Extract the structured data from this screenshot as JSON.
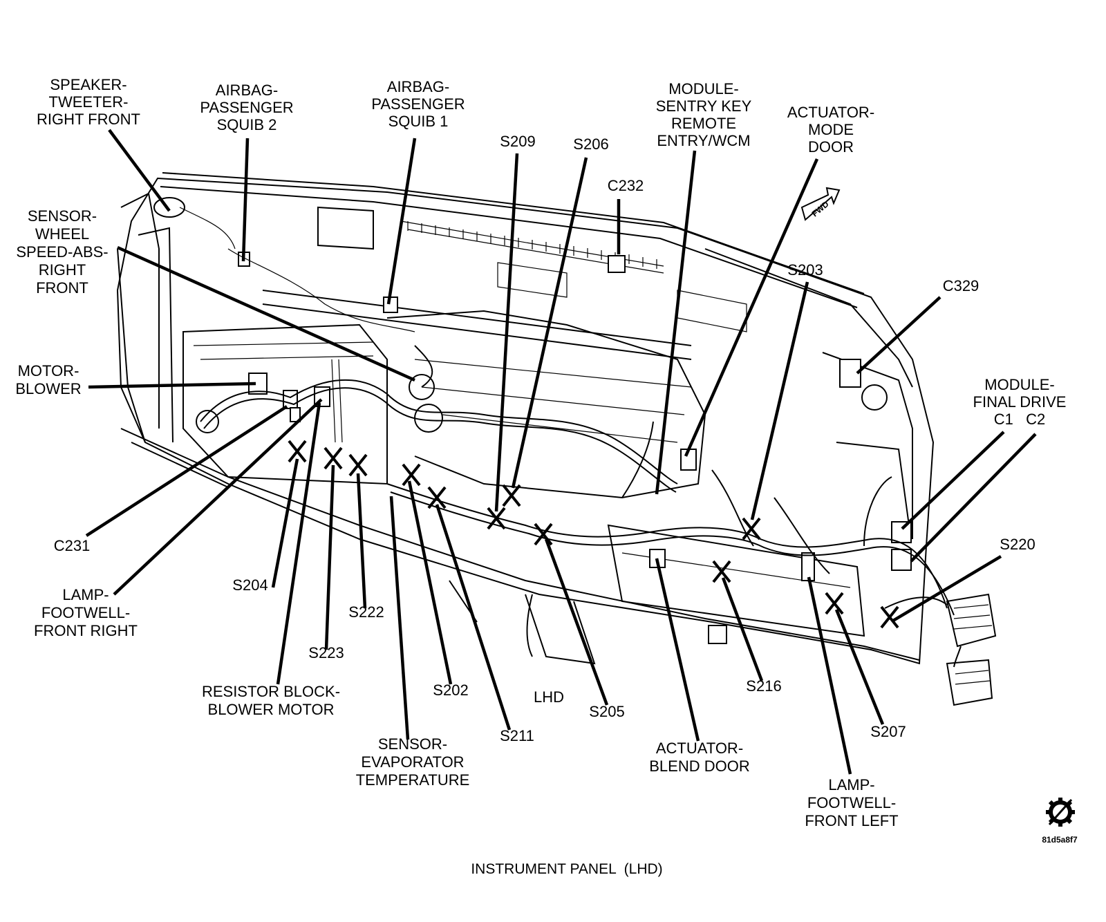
{
  "labels": {
    "speaker_tweeter": [
      "SPEAKER-",
      "TWEETER-",
      "RIGHT FRONT"
    ],
    "airbag_squib2": [
      "AIRBAG-",
      "PASSENGER",
      "SQUIB 2"
    ],
    "airbag_squib1": [
      "AIRBAG-",
      "PASSENGER",
      "SQUIB 1"
    ],
    "s209": "S209",
    "s206": "S206",
    "c232": "C232",
    "module_sentry": [
      "MODULE-",
      "SENTRY KEY",
      "REMOTE",
      "ENTRY/WCM"
    ],
    "actuator_mode": [
      "ACTUATOR-",
      "MODE",
      "DOOR"
    ],
    "sensor_wheel": [
      "SENSOR-",
      "WHEEL",
      "SPEED-ABS-",
      "RIGHT",
      "FRONT"
    ],
    "s203": "S203",
    "c329": "C329",
    "motor_blower": [
      "MOTOR-",
      "BLOWER"
    ],
    "module_final_drive": [
      "MODULE-",
      "FINAL DRIVE",
      "C1   C2"
    ],
    "s220": "S220",
    "c231": "C231",
    "s204": "S204",
    "lamp_footwell_right": [
      "LAMP-",
      "FOOTWELL-",
      "FRONT RIGHT"
    ],
    "s222": "S222",
    "s223": "S223",
    "resistor_block": [
      "RESISTOR BLOCK-",
      "BLOWER MOTOR"
    ],
    "s202": "S202",
    "lhd": "LHD",
    "s205": "S205",
    "s216": "S216",
    "s211": "S211",
    "s207": "S207",
    "sensor_evap": [
      "SENSOR-",
      "EVAPORATOR",
      "TEMPERATURE"
    ],
    "actuator_blend": [
      "ACTUATOR-",
      "BLEND DOOR"
    ],
    "lamp_footwell_left": [
      "LAMP-",
      "FOOTWELL-",
      "FRONT LEFT"
    ],
    "fwd": "FWD"
  },
  "caption": "INSTRUMENT PANEL  (LHD)",
  "image_code": "81d5a8f7",
  "icon": "gear-icon"
}
